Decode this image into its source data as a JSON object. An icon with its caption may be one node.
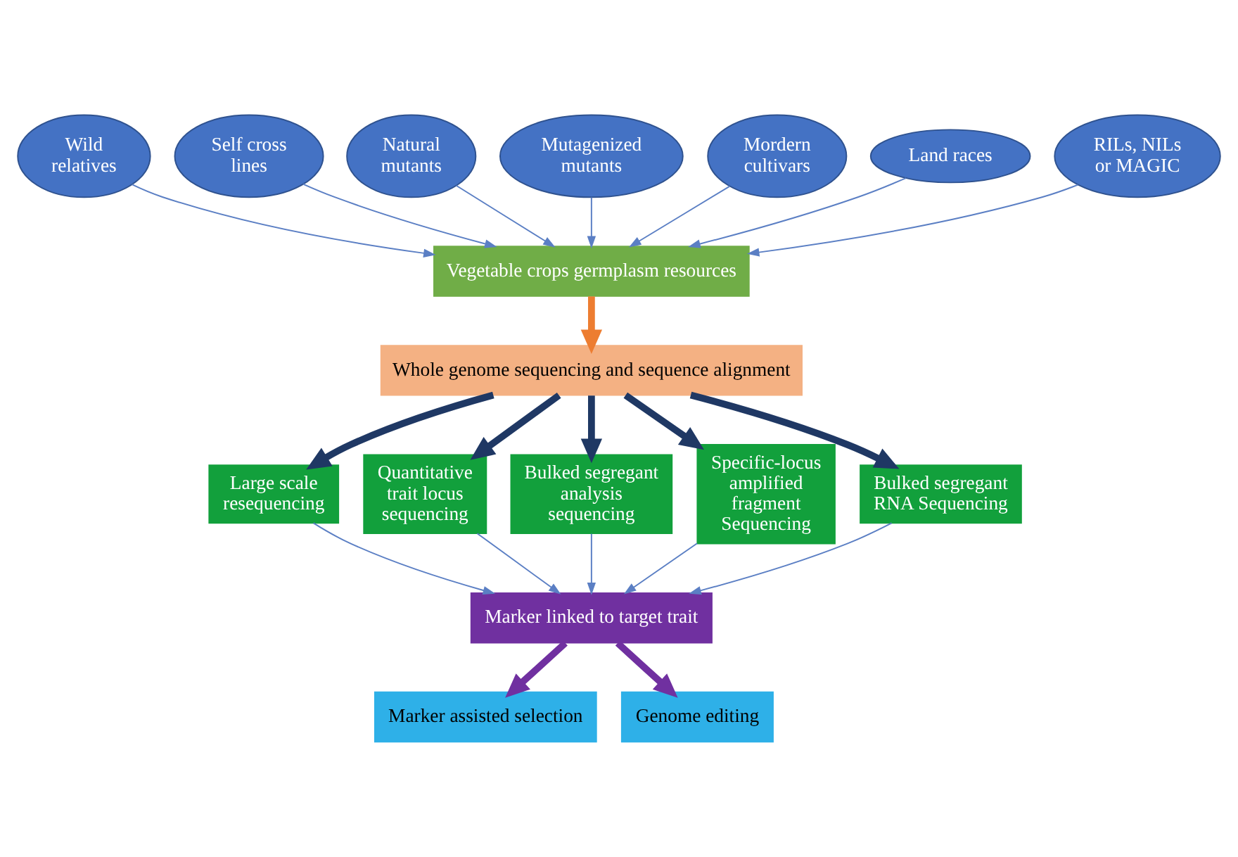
{
  "diagram": {
    "nodes": [
      {
        "text": [
          "Wild relatives"
        ]
      },
      {
        "text": [
          "Self cross lines"
        ]
      },
      {
        "text": [
          "Natural mutants"
        ]
      },
      {
        "text": [
          "Mutagenized mutants"
        ]
      },
      {
        "text": [
          "Mordern cultivars"
        ]
      },
      {
        "text": [
          "Land races"
        ]
      },
      {
        "text": [
          "RILs, NILs or MAGIC"
        ]
      },
      {
        "text": [
          "Vegetable crops germplasm resources"
        ]
      },
      {
        "text": [
          "Whole genome sequencing and sequence alignment"
        ]
      },
      {
        "text": [
          "Large scale resequencing"
        ]
      },
      {
        "text": [
          "Quantitative trait locus sequencing"
        ]
      },
      {
        "text": [
          "Bulked segregant analysis sequencing"
        ]
      },
      {
        "text": [
          "Specific-locus amplified fragment Sequencing"
        ]
      },
      {
        "text": [
          "Bulked segregant RNA Sequencing"
        ]
      },
      {
        "text": [
          "Marker linked to target trait"
        ]
      },
      {
        "text": [
          "Marker assisted selection"
        ]
      },
      {
        "text": [
          "Genome editing"
        ]
      }
    ],
    "edges": [
      {
        "from": 0,
        "to": 7,
        "arrow": "to"
      },
      {
        "from": 1,
        "to": 7,
        "arrow": "to"
      },
      {
        "from": 2,
        "to": 7,
        "arrow": "to"
      },
      {
        "from": 3,
        "to": 7,
        "arrow": "to"
      },
      {
        "from": 4,
        "to": 7,
        "arrow": "to"
      },
      {
        "from": 5,
        "to": 7,
        "arrow": "to"
      },
      {
        "from": 6,
        "to": 7,
        "arrow": "to"
      },
      {
        "from": 7,
        "to": 8,
        "arrow": "to",
        "style": "thick",
        "color": "#ed7d31"
      },
      {
        "from": 8,
        "to": 9,
        "arrow": "to",
        "style": "thick",
        "color": "#1f3864"
      },
      {
        "from": 8,
        "to": 10,
        "arrow": "to",
        "style": "thick",
        "color": "#1f3864"
      },
      {
        "from": 8,
        "to": 11,
        "arrow": "to",
        "style": "thick",
        "color": "#1f3864"
      },
      {
        "from": 8,
        "to": 12,
        "arrow": "to",
        "style": "thick",
        "color": "#1f3864"
      },
      {
        "from": 8,
        "to": 13,
        "arrow": "to",
        "style": "thick",
        "color": "#1f3864"
      },
      {
        "from": 9,
        "to": 14,
        "arrow": "to"
      },
      {
        "from": 10,
        "to": 14,
        "arrow": "to"
      },
      {
        "from": 11,
        "to": 14,
        "arrow": "to"
      },
      {
        "from": 12,
        "to": 14,
        "arrow": "to"
      },
      {
        "from": 13,
        "to": 14,
        "arrow": "to"
      },
      {
        "from": 14,
        "to": 15,
        "arrow": "to",
        "style": "thick",
        "color": "#7030a0"
      },
      {
        "from": 14,
        "to": 16,
        "arrow": "to",
        "style": "thick",
        "color": "#7030a0"
      }
    ]
  }
}
